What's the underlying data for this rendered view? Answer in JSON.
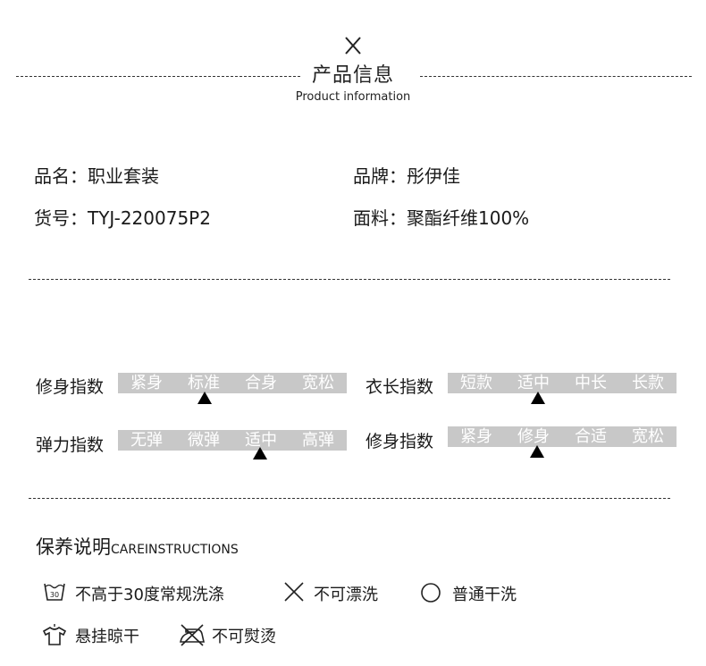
{
  "header": {
    "title_cn": "产品信息",
    "title_en": "Product information"
  },
  "info": {
    "name_label": "品名：",
    "name_value": "职业套装",
    "brand_label": "品牌：",
    "brand_value": "彤伊佳",
    "sku_label": "货号：",
    "sku_value": "TYJ-220075P2",
    "fabric_label": "面料：",
    "fabric_value": "聚酯纤维100%"
  },
  "indices": [
    {
      "label": "修身指数",
      "options": [
        "紧身",
        "标准",
        "合身",
        "宽松"
      ],
      "selected": "标准"
    },
    {
      "label": "衣长指数",
      "options": [
        "短款",
        "适中",
        "中长",
        "长款"
      ],
      "selected": "适中"
    },
    {
      "label": "弹力指数",
      "options": [
        "无弹",
        "微弹",
        "适中",
        "高弹"
      ],
      "selected": "适中"
    },
    {
      "label": "修身指数",
      "options": [
        "紧身",
        "修身",
        "合适",
        "宽松"
      ],
      "selected": "修身"
    }
  ],
  "care": {
    "title_cn": "保养说明",
    "title_en": "CAREINSTRUCTIONS",
    "items": [
      {
        "icon": "wash-30-icon",
        "text": "不高于30度常规洗涤",
        "icon_text": "30"
      },
      {
        "icon": "no-bleach-icon",
        "text": "不可漂洗"
      },
      {
        "icon": "dry-clean-icon",
        "text": "普通干洗"
      },
      {
        "icon": "hang-dry-icon",
        "text": "悬挂晾干"
      },
      {
        "icon": "no-iron-icon",
        "text": "不可熨烫"
      }
    ]
  }
}
